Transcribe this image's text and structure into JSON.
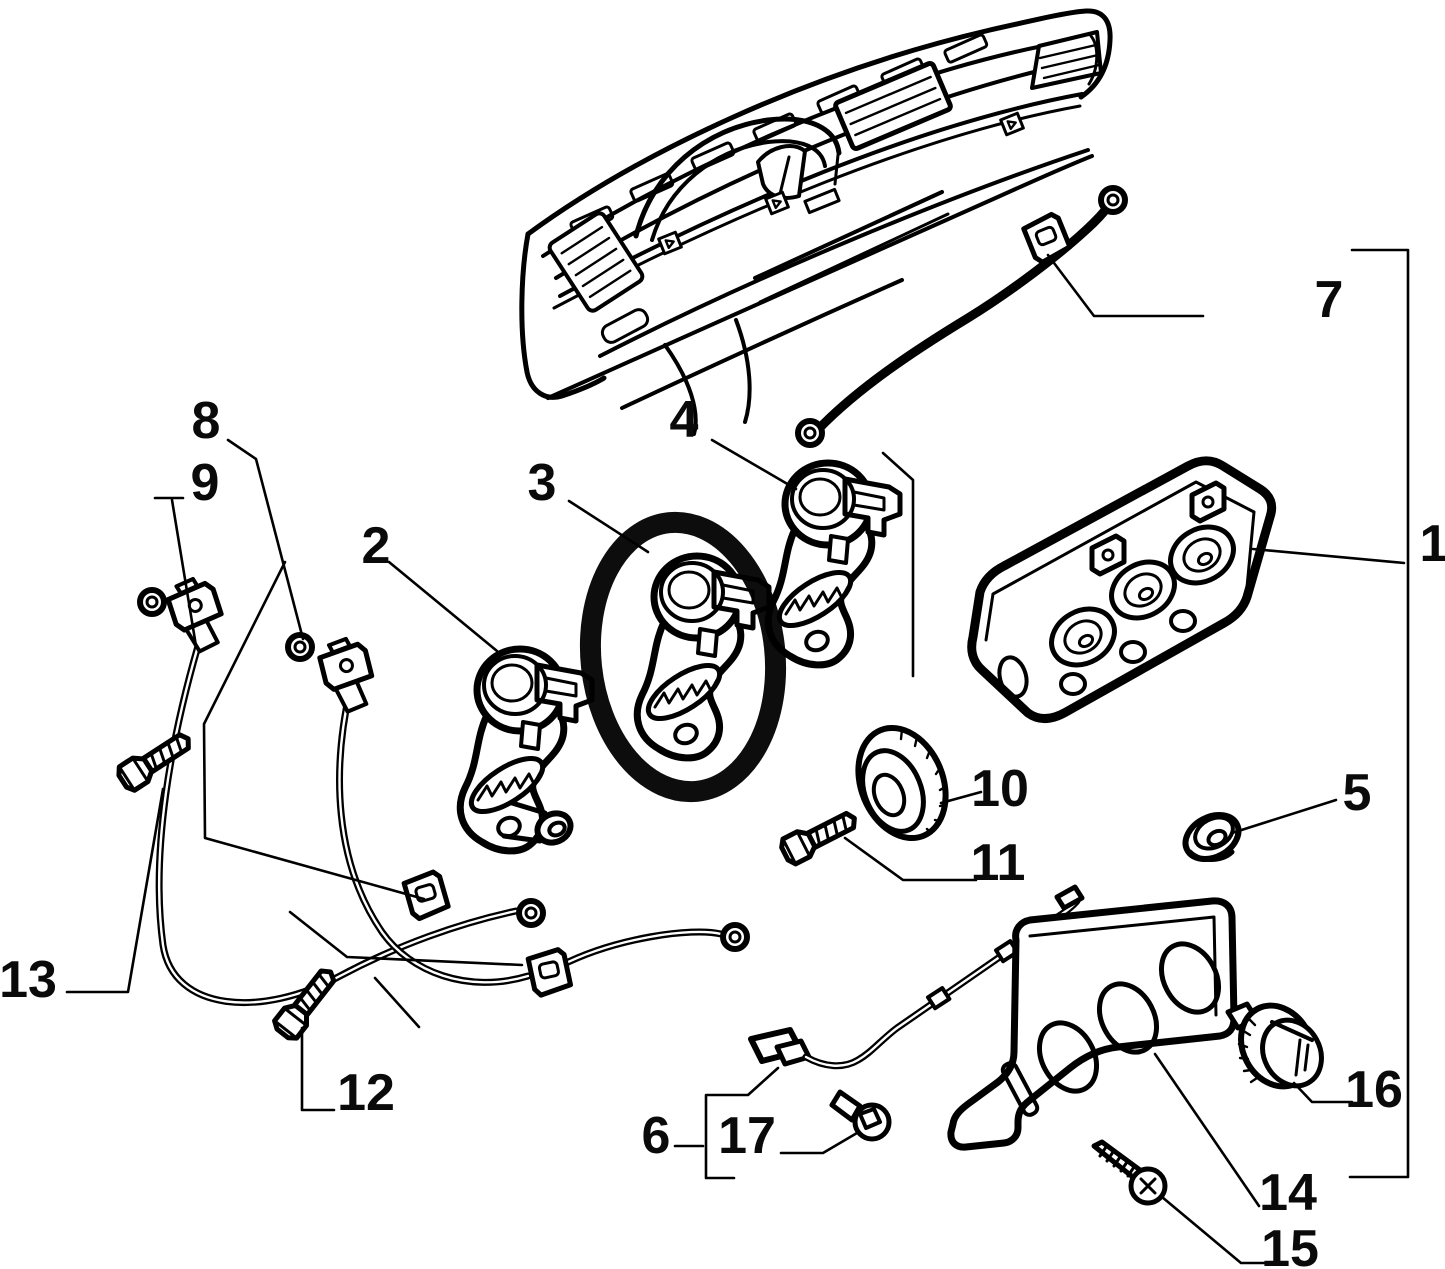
{
  "figure": {
    "type": "exploded-parts-diagram",
    "background": "#ffffff",
    "line_color": "#000000",
    "highlight": {
      "shape": "ellipse",
      "color": "#f8ee00",
      "around_callout": "3"
    },
    "callouts": [
      {
        "id": "1",
        "text": "1"
      },
      {
        "id": "2",
        "text": "2"
      },
      {
        "id": "3",
        "text": "3"
      },
      {
        "id": "4",
        "text": "4"
      },
      {
        "id": "5",
        "text": "5"
      },
      {
        "id": "6",
        "text": "6"
      },
      {
        "id": "7",
        "text": "7"
      },
      {
        "id": "8",
        "text": "8"
      },
      {
        "id": "9",
        "text": "9"
      },
      {
        "id": "10",
        "text": "10"
      },
      {
        "id": "11",
        "text": "11"
      },
      {
        "id": "12",
        "text": "12"
      },
      {
        "id": "13",
        "text": "13"
      },
      {
        "id": "14",
        "text": "14"
      },
      {
        "id": "15",
        "text": "15"
      },
      {
        "id": "16",
        "text": "16"
      },
      {
        "id": "17",
        "text": "17"
      }
    ]
  }
}
